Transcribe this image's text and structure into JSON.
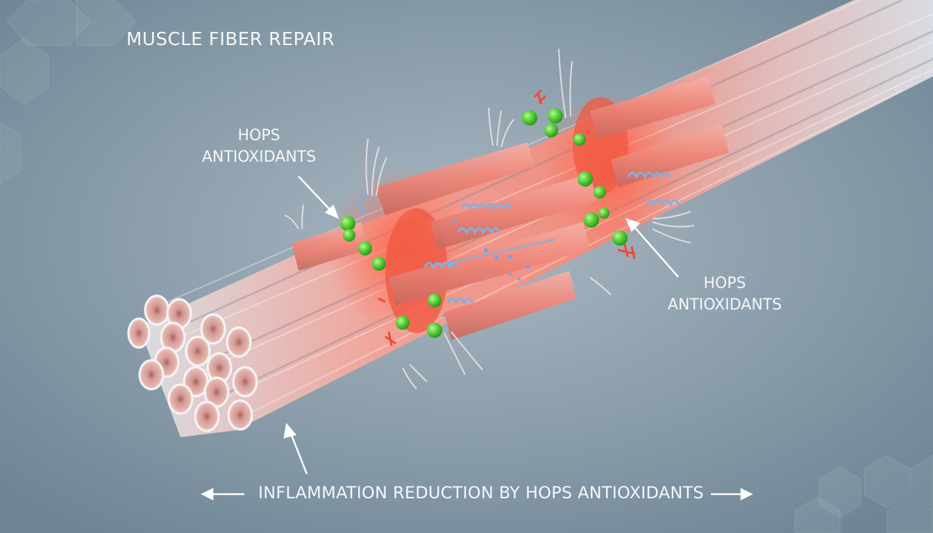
{
  "title": "MUSCLE FIBER REPAIR",
  "labels": {
    "hops_left": {
      "line1": "HOPS",
      "line2": "ANTIOXIDANTS"
    },
    "hops_right": {
      "line1": "HOPS",
      "line2": "ANTIOXIDANTS"
    }
  },
  "caption": "INFLAMMATION REDUCTION BY HOPS ANTIOXIDANTS",
  "colors": {
    "background": "#8fa1ae",
    "fiber_healthy": "#d9dde3",
    "fiber_inflamed": "#ef8a7c",
    "inflammation_core": "#f2553f",
    "antioxidant": "#5bd43a",
    "protein_helix": "#7fb0e6",
    "text": "#f4f7f9"
  },
  "illustration": {
    "subject": "muscle fiber bundle",
    "elements": [
      "healthy fiber ends (cross-section)",
      "inflamed torn fibers",
      "green antioxidant spheres",
      "blue protein helices",
      "red inflammatory markers"
    ]
  }
}
